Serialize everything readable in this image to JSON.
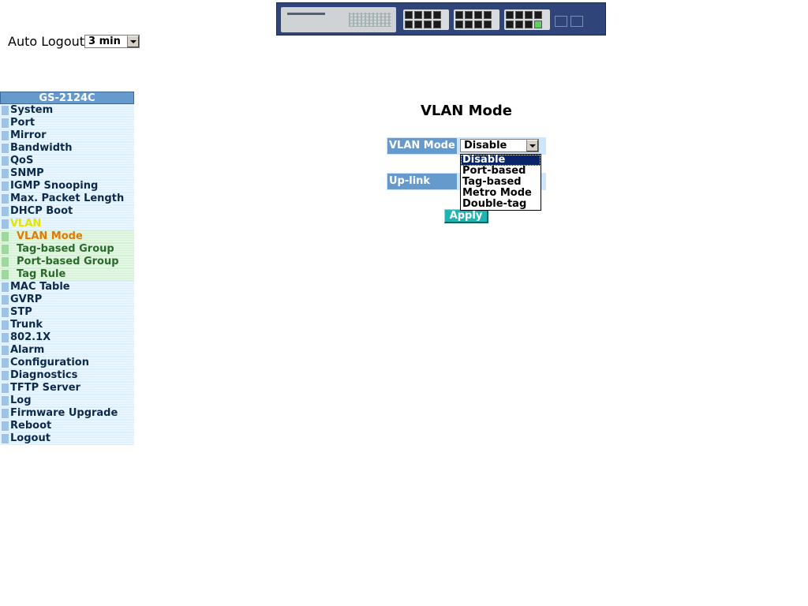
{
  "auto_logout": {
    "label": "Auto Logout",
    "value": "3 min"
  },
  "sidebar": {
    "title": "GS-2124C",
    "items": [
      {
        "label": "System"
      },
      {
        "label": "Port"
      },
      {
        "label": "Mirror"
      },
      {
        "label": "Bandwidth"
      },
      {
        "label": "QoS"
      },
      {
        "label": "SNMP"
      },
      {
        "label": "IGMP Snooping"
      },
      {
        "label": "Max. Packet Length"
      },
      {
        "label": "DHCP Boot"
      },
      {
        "label": "VLAN"
      },
      {
        "label": "VLAN Mode"
      },
      {
        "label": "Tag-based Group"
      },
      {
        "label": "Port-based Group"
      },
      {
        "label": "Tag Rule"
      },
      {
        "label": "MAC Table"
      },
      {
        "label": "GVRP"
      },
      {
        "label": "STP"
      },
      {
        "label": "Trunk"
      },
      {
        "label": "802.1X"
      },
      {
        "label": "Alarm"
      },
      {
        "label": "Configuration"
      },
      {
        "label": "Diagnostics"
      },
      {
        "label": "TFTP Server"
      },
      {
        "label": "Log"
      },
      {
        "label": "Firmware Upgrade"
      },
      {
        "label": "Reboot"
      },
      {
        "label": "Logout"
      }
    ]
  },
  "main": {
    "title": "VLAN Mode",
    "vlan_mode_label": "VLAN Mode",
    "vlan_mode_value": "Disable",
    "uplink_label": "Up-link Port",
    "dropdown_options": [
      "Disable",
      "Port-based",
      "Tag-based",
      "Metro Mode",
      "Double-tag"
    ],
    "apply_label": "Apply"
  },
  "colors": {
    "header_blue": "#6699cc",
    "active_group": "#e3e300",
    "current_item": "#e07a00",
    "submenu_text": "#2a6a2a",
    "apply_button": "#1fb3b3",
    "dropdown_highlight": "#0a246a"
  }
}
